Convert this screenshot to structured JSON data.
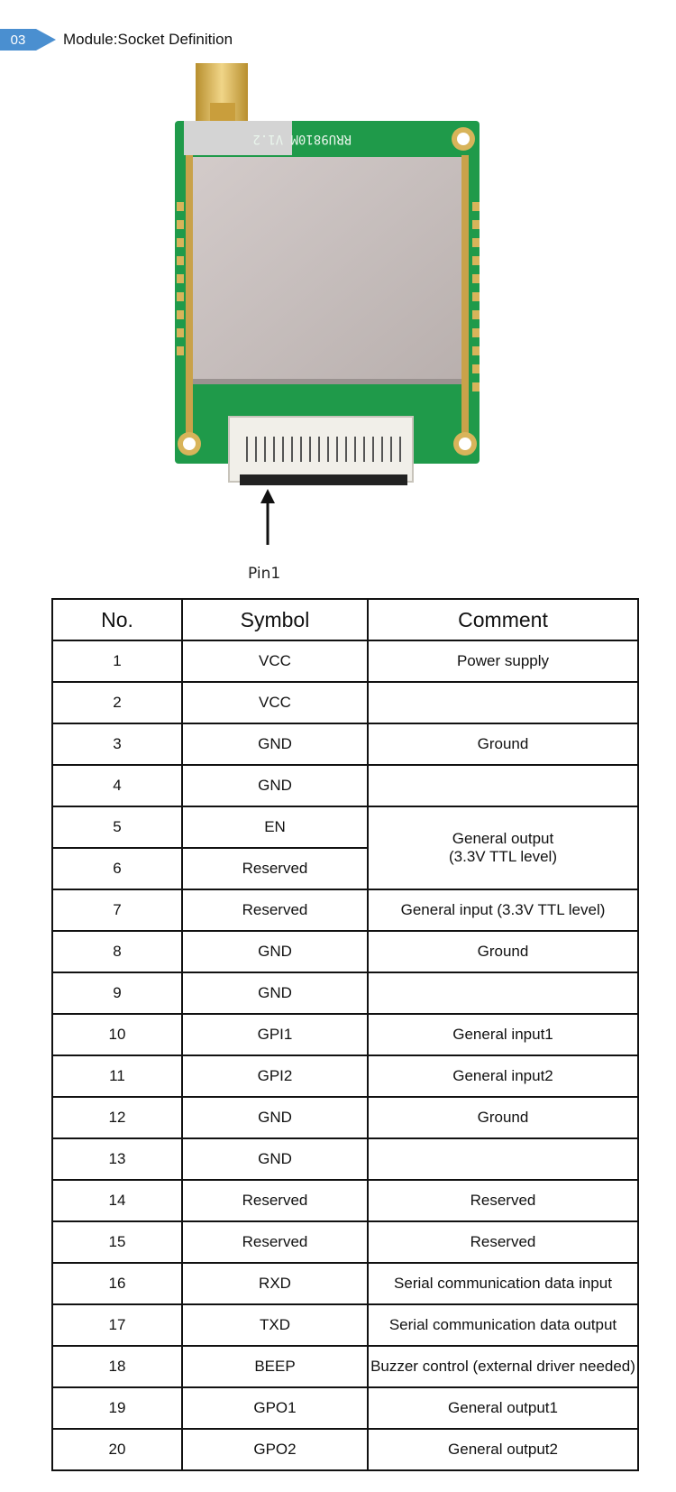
{
  "header": {
    "badge": "03",
    "title": "Module:Socket Definition"
  },
  "figure": {
    "pin_label": "Pin1",
    "silkscreen": "RRU9810M V1.2"
  },
  "table": {
    "headers": {
      "no": "No.",
      "symbol": "Symbol",
      "comment": "Comment"
    },
    "rows": [
      {
        "no": "1",
        "symbol": "VCC",
        "comment": "Power supply"
      },
      {
        "no": "2",
        "symbol": "VCC",
        "comment": ""
      },
      {
        "no": "3",
        "symbol": "GND",
        "comment": "Ground"
      },
      {
        "no": "4",
        "symbol": "GND",
        "comment": ""
      },
      {
        "no": "5",
        "symbol": "EN",
        "comment_l1": "General output",
        "comment_l2": "(3.3V TTL level)"
      },
      {
        "no": "6",
        "symbol": "Reserved"
      },
      {
        "no": "7",
        "symbol": "Reserved",
        "comment": "General input (3.3V TTL level)"
      },
      {
        "no": "8",
        "symbol": "GND",
        "comment": "Ground"
      },
      {
        "no": "9",
        "symbol": "GND",
        "comment": ""
      },
      {
        "no": "10",
        "symbol": "GPI1",
        "comment": "General input1"
      },
      {
        "no": "11",
        "symbol": "GPI2",
        "comment": "General input2"
      },
      {
        "no": "12",
        "symbol": "GND",
        "comment": "Ground"
      },
      {
        "no": "13",
        "symbol": "GND",
        "comment": ""
      },
      {
        "no": "14",
        "symbol": "Reserved",
        "comment": "Reserved"
      },
      {
        "no": "15",
        "symbol": "Reserved",
        "comment": "Reserved"
      },
      {
        "no": "16",
        "symbol": "RXD",
        "comment": "Serial communication data input"
      },
      {
        "no": "17",
        "symbol": "TXD",
        "comment": "Serial communication data output"
      },
      {
        "no": "18",
        "symbol": "BEEP",
        "comment": "Buzzer control (external driver needed)"
      },
      {
        "no": "19",
        "symbol": "GPO1",
        "comment": "General output1"
      },
      {
        "no": "20",
        "symbol": "GPO2",
        "comment": "General output2"
      }
    ]
  },
  "colors": {
    "badge_bg": "#4a8fd0",
    "pcb_green": "#1f9a4a",
    "shield": "#c9bfbd",
    "gold": "#d8b45a"
  }
}
